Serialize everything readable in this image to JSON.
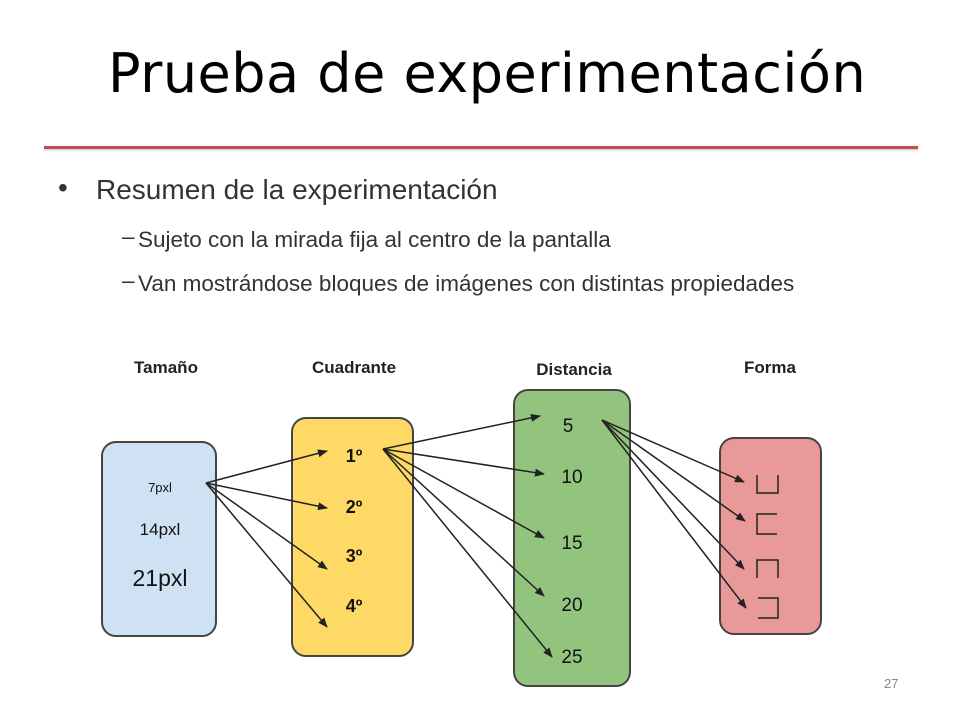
{
  "slide": {
    "title": "Prueba de experimentación",
    "page_number": "27"
  },
  "bullets": {
    "main": "Resumen de la experimentación",
    "sub": [
      "Sujeto con la mirada fija al centro de la pantalla",
      "Van mostrándose bloques de imágenes con distintas propiedades"
    ]
  },
  "diagram": {
    "columns": [
      {
        "label": "Tamaño",
        "color": "#cfe2f3",
        "items": [
          "7pxl",
          "14pxl",
          "21pxl"
        ]
      },
      {
        "label": "Cuadrante",
        "color": "#ffd966",
        "items": [
          "1º",
          "2º",
          "3º",
          "4º"
        ]
      },
      {
        "label": "Distancia",
        "color": "#93c47d",
        "items": [
          "5",
          "10",
          "15",
          "20",
          "25"
        ]
      },
      {
        "label": "Forma",
        "color": "#ea9999",
        "items": [
          "shape-open-top",
          "shape-open-right",
          "shape-open-bottom",
          "shape-open-left"
        ]
      }
    ],
    "stroke_color": "#333333"
  }
}
